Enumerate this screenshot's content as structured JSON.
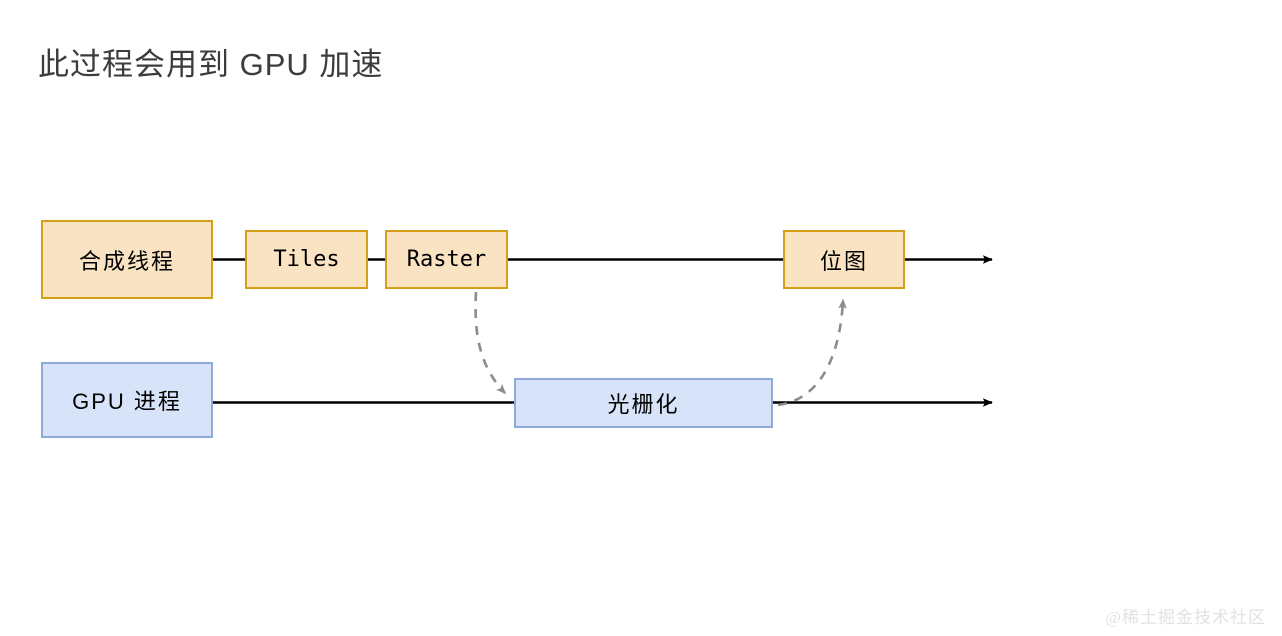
{
  "page": {
    "title": "此过程会用到 GPU 加速",
    "background_color": "#ffffff",
    "watermark": "@稀土掘金技术社区"
  },
  "colors": {
    "orange_fill": "#fae3c3",
    "orange_border": "#d4a017",
    "blue_fill": "#d6e3f8",
    "blue_border": "#8ea9da",
    "timeline_line": "#000000",
    "dashed_connector": "#8c8c8c",
    "title_text": "#3c3c3c",
    "watermark_text": "#e2e2e2"
  },
  "diagram": {
    "type": "timeline-flow",
    "lanes": [
      {
        "id": "compositor-lane",
        "label": "合成线程",
        "style": "orange",
        "arrow_end": true,
        "nodes": [
          {
            "id": "composite-thread",
            "label": "合成线程",
            "style": "orange",
            "font": "cjk"
          },
          {
            "id": "tiles",
            "label": "Tiles",
            "style": "orange",
            "font": "mono"
          },
          {
            "id": "raster",
            "label": "Raster",
            "style": "orange",
            "font": "mono"
          },
          {
            "id": "bitmap",
            "label": "位图",
            "style": "orange",
            "font": "cjk"
          }
        ]
      },
      {
        "id": "gpu-lane",
        "label": "GPU 进程",
        "style": "blue",
        "arrow_end": true,
        "nodes": [
          {
            "id": "gpu-process",
            "label": "GPU 进程",
            "style": "blue",
            "font": "cjk"
          },
          {
            "id": "rasterize",
            "label": "光栅化",
            "style": "blue",
            "font": "cjk"
          }
        ]
      }
    ],
    "connectors": [
      {
        "id": "raster-to-rasterize",
        "from": "raster",
        "to": "rasterize",
        "style": "dashed",
        "arrow": "end",
        "color": "#8c8c8c"
      },
      {
        "id": "rasterize-to-bitmap",
        "from": "rasterize",
        "to": "bitmap",
        "style": "dashed",
        "arrow": "end",
        "color": "#8c8c8c"
      }
    ]
  }
}
